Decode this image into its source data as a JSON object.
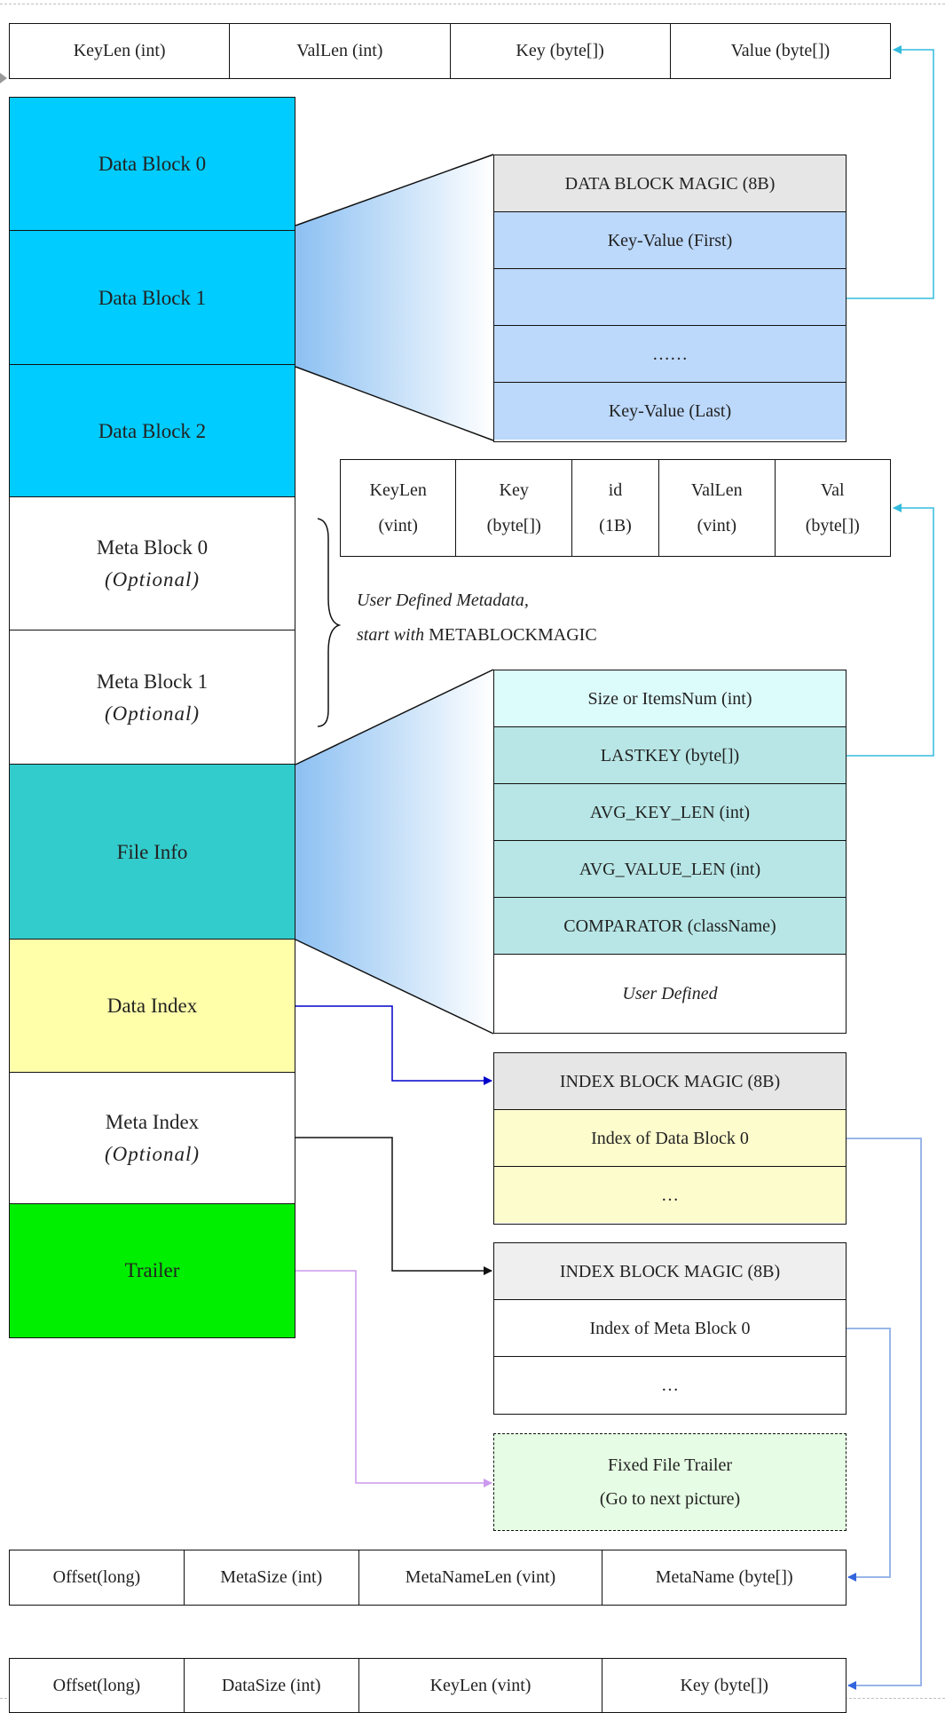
{
  "colors": {
    "data_block": "#00ccff",
    "file_info": "#33cccc",
    "data_index": "#ffffaa",
    "trailer": "#00ee00",
    "magic_gray": "#e6e6e6",
    "kv_blue": "#bcd8fb",
    "fi_header": "#dcfbfb",
    "fi_row": "#b8e6e6",
    "index_yellow": "#fcfccd",
    "fixed_trailer_bg": "#e6fce4",
    "arrow_cyan": "#33bbdd",
    "arrow_blue": "#0000cc",
    "arrow_lightblue": "#99b6e8",
    "arrow_purple": "#cc99ee"
  },
  "top_row": [
    "KeyLen (int)",
    "ValLen (int)",
    "Key (byte[])",
    "Value (byte[])"
  ],
  "blocks": [
    {
      "line1": "Data Block 0",
      "line2": ""
    },
    {
      "line1": "Data Block 1",
      "line2": ""
    },
    {
      "line1": "Data Block 2",
      "line2": ""
    },
    {
      "line1": "Meta Block 0",
      "line2": "(Optional)"
    },
    {
      "line1": "Meta Block 1",
      "line2": "(Optional)"
    },
    {
      "line1": "File Info",
      "line2": ""
    },
    {
      "line1": "Data Index",
      "line2": ""
    },
    {
      "line1": "Meta Index",
      "line2": "(Optional)"
    },
    {
      "line1": "Trailer",
      "line2": ""
    }
  ],
  "data_block_detail": [
    "DATA BLOCK MAGIC (8B)",
    "Key-Value (First)",
    "",
    "……",
    "Key-Value (Last)"
  ],
  "lastkey_row": [
    {
      "line1": "KeyLen",
      "line2": "(vint)"
    },
    {
      "line1": "Key",
      "line2": "(byte[])"
    },
    {
      "line1": "id",
      "line2": "(1B)"
    },
    {
      "line1": "ValLen",
      "line2": "(vint)"
    },
    {
      "line1": "Val",
      "line2": "(byte[])"
    }
  ],
  "meta_note": {
    "line1": "User Defined Metadata,",
    "line2_italic": "start with",
    "line2_plain": "METABLOCKMAGIC"
  },
  "file_info_detail": [
    "Size or ItemsNum (int)",
    "LASTKEY (byte[])",
    "AVG_KEY_LEN (int)",
    "AVG_VALUE_LEN (int)",
    "COMPARATOR (className)",
    "User Defined"
  ],
  "data_index_detail": [
    "INDEX BLOCK MAGIC (8B)",
    "Index of Data Block 0",
    "…"
  ],
  "meta_index_detail": [
    "INDEX BLOCK MAGIC (8B)",
    "Index of Meta Block 0",
    "…"
  ],
  "fixed_trailer": {
    "line1": "Fixed File Trailer",
    "line2": "(Go to next picture)"
  },
  "meta_index_row": [
    "Offset(long)",
    "MetaSize (int)",
    "MetaNameLen (vint)",
    "MetaName (byte[])"
  ],
  "data_index_row": [
    "Offset(long)",
    "DataSize (int)",
    "KeyLen (vint)",
    "Key (byte[])"
  ]
}
